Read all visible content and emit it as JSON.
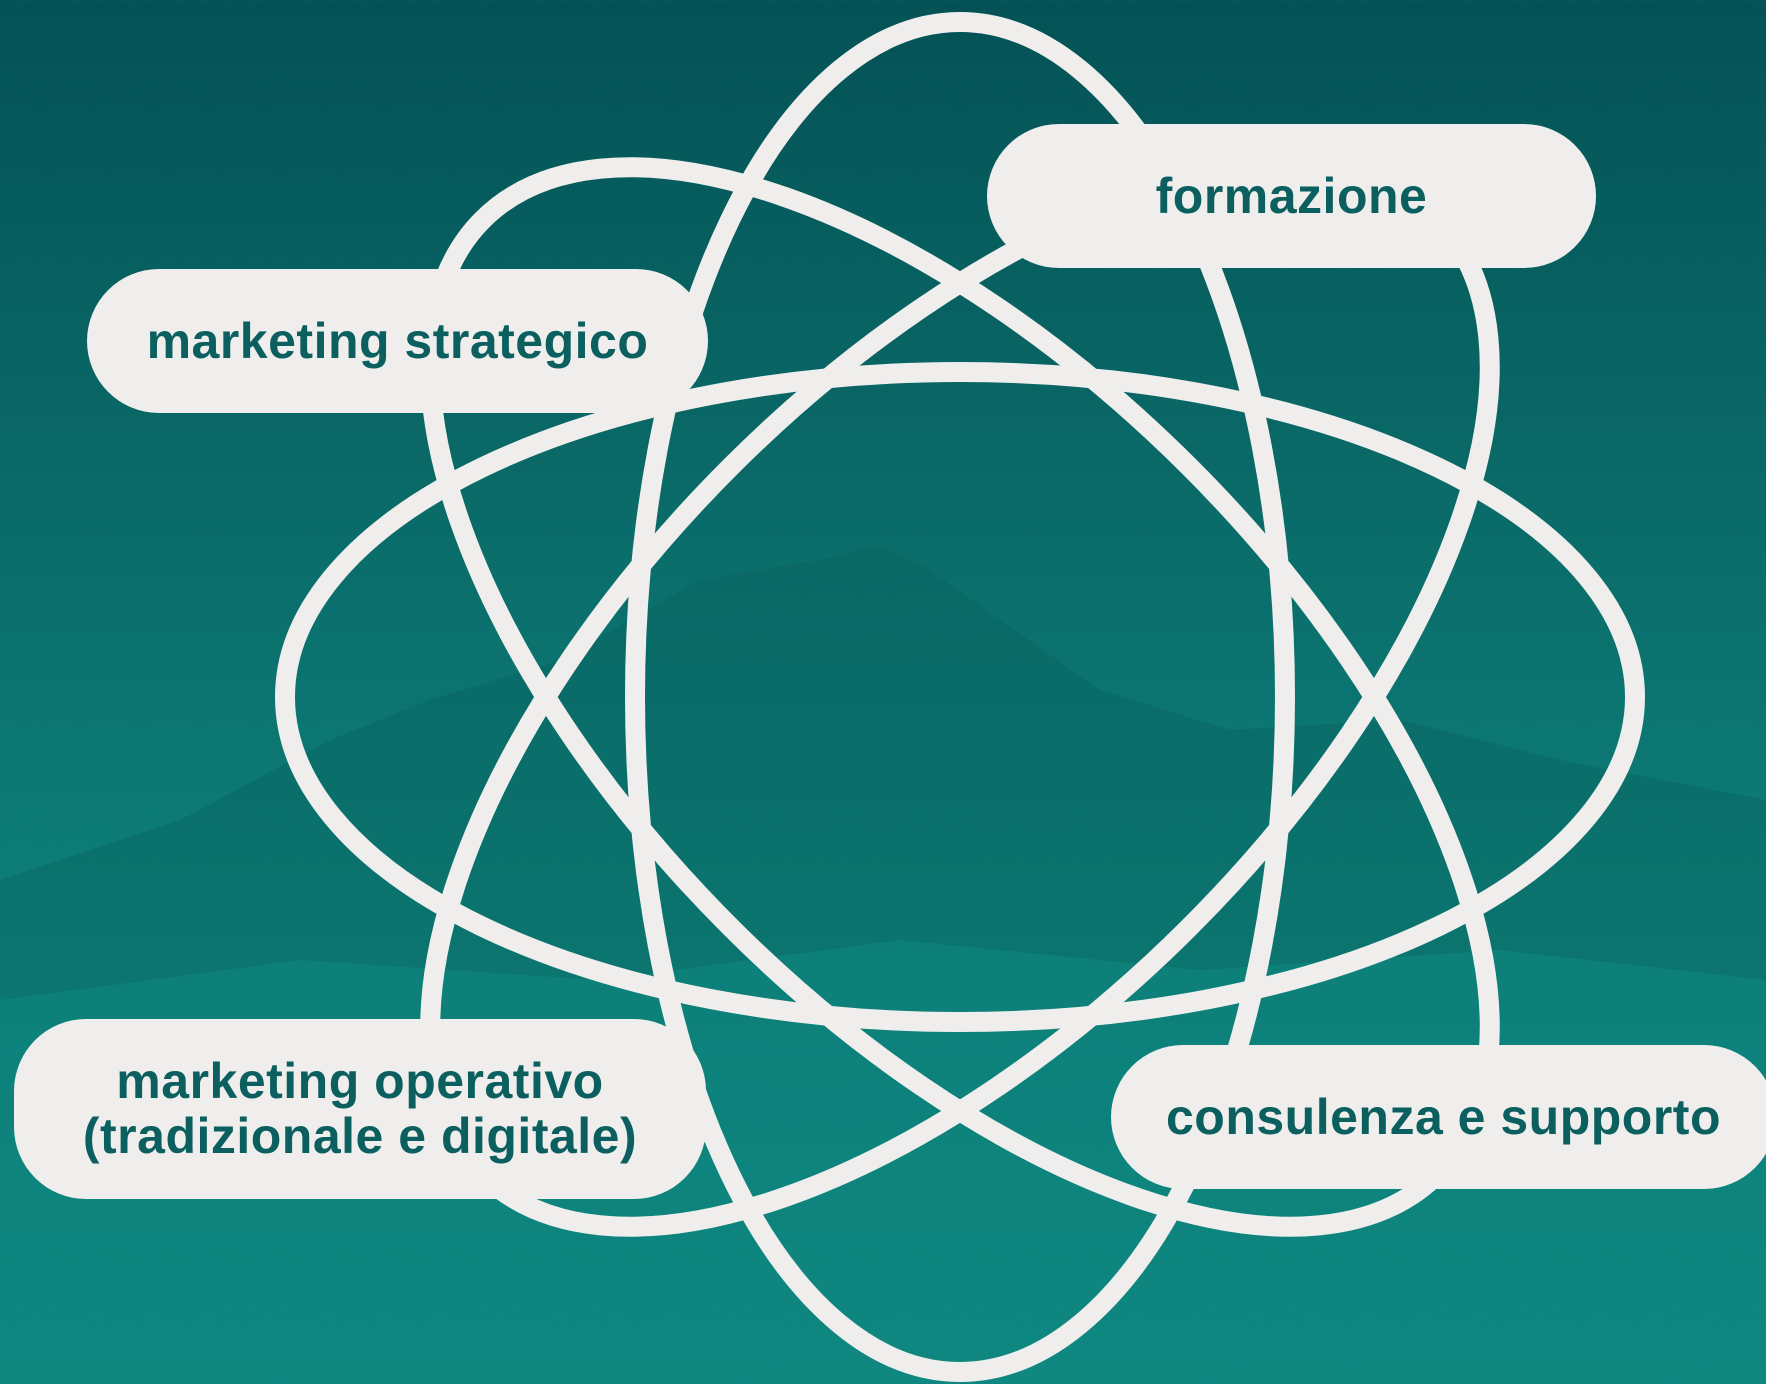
{
  "diagram": {
    "labels": {
      "formazione": "formazione",
      "marketing_strategico": "marketing strategico",
      "marketing_operativo_line1": "marketing operativo",
      "marketing_operativo_line2": "(tradizionale e digitale)",
      "consulenza": "consulenza e supporto"
    },
    "colors": {
      "background_top": "#045256",
      "background_bottom": "#11948c",
      "orbit_stroke": "#efeeec",
      "pill_fill": "#efeeec",
      "text": "#0b5f5f"
    }
  }
}
